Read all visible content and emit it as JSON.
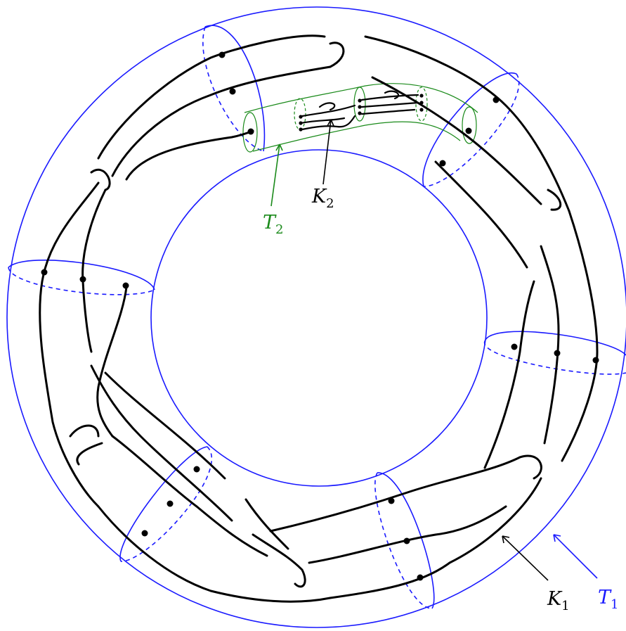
{
  "labels": {
    "t1": {
      "letter": "T",
      "sub": "1"
    },
    "t2": {
      "letter": "T",
      "sub": "2"
    },
    "k1": {
      "letter": "K",
      "sub": "1"
    },
    "k2": {
      "letter": "K",
      "sub": "2"
    }
  },
  "colors": {
    "torus_outer": "#1a1aff",
    "torus_inner": "#1a8a1a",
    "knot": "#000000",
    "background": "#ffffff"
  }
}
